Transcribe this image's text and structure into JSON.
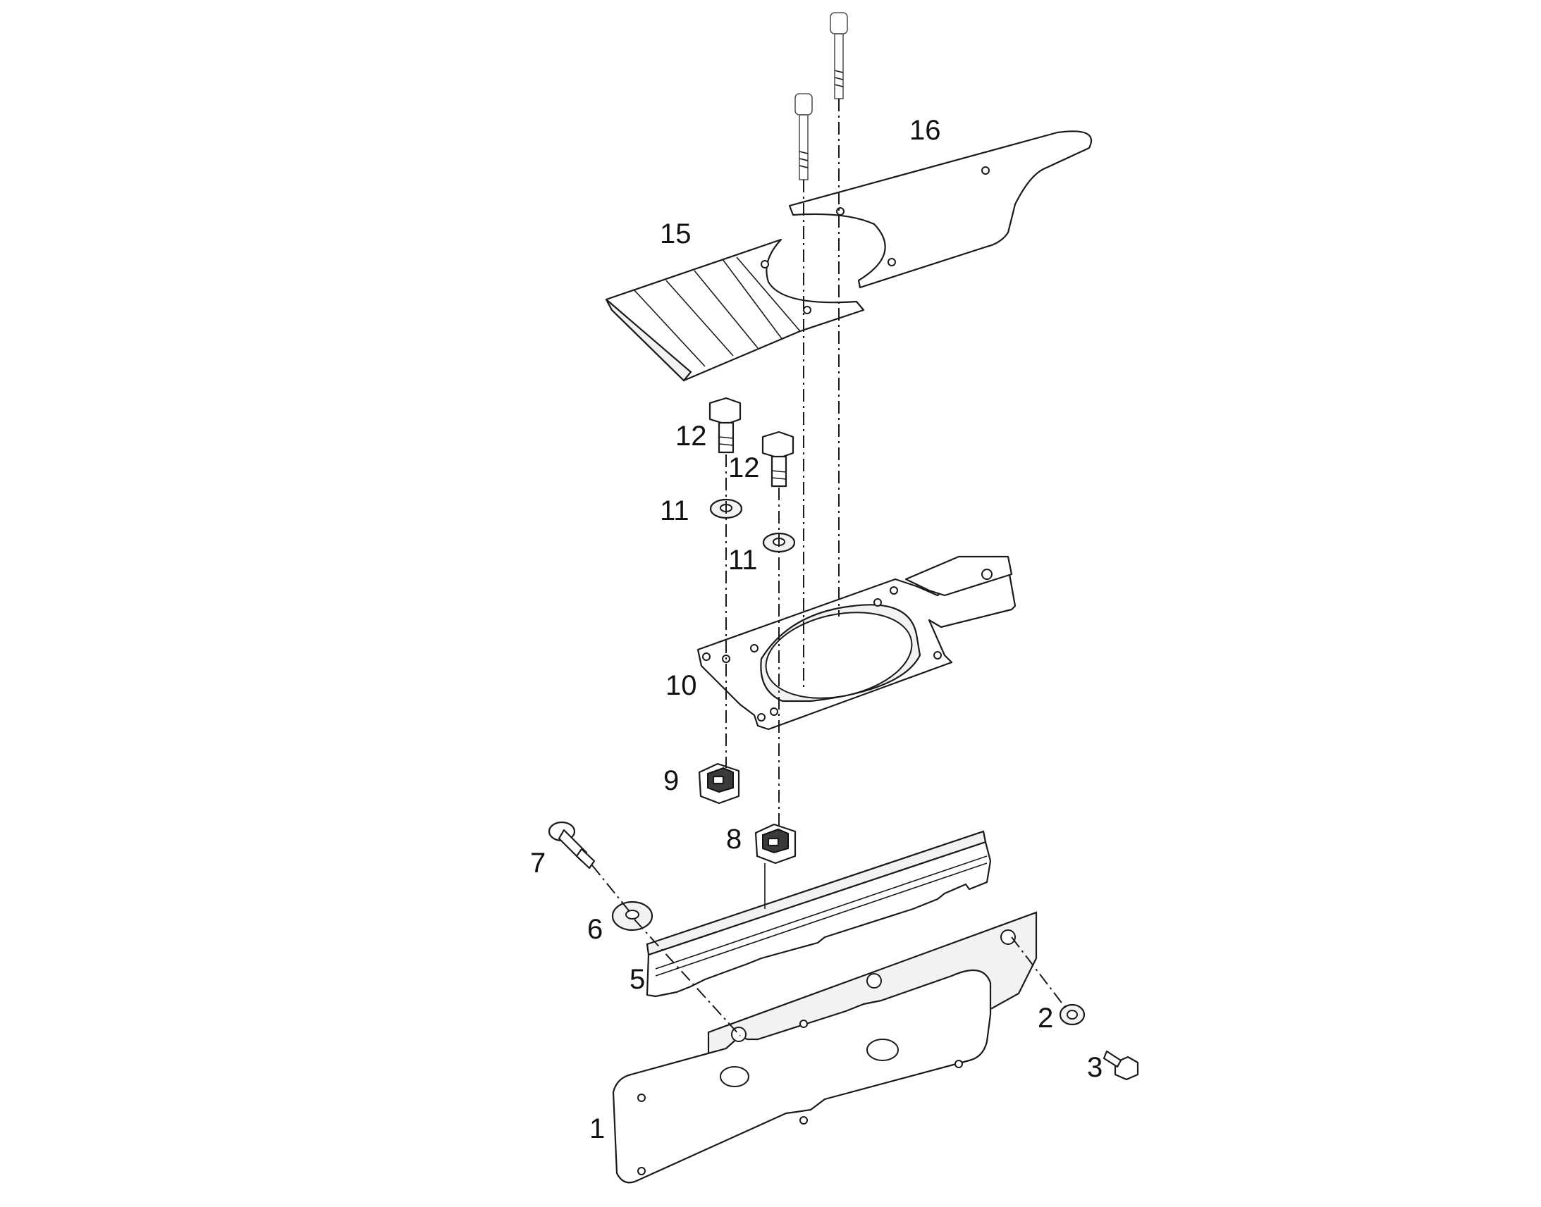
{
  "labels": {
    "p1": "1",
    "p2": "2",
    "p3": "3",
    "p5": "5",
    "p6": "6",
    "p7": "7",
    "p8": "8",
    "p9": "9",
    "p10": "10",
    "p11a": "11",
    "p11b": "11",
    "p12a": "12",
    "p12b": "12",
    "p15": "15",
    "p16": "16"
  }
}
